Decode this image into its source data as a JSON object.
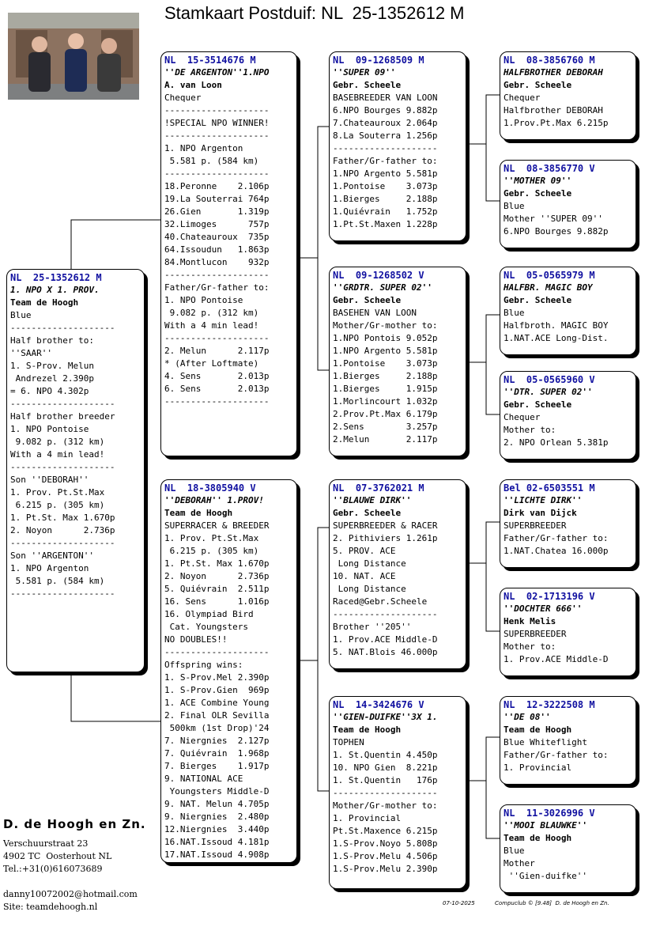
{
  "title": "Stamkaart Postduif: NL  25-1352612 M",
  "breeder": {
    "name": "D. de Hoogh en Zn.",
    "street": "Verschuurstraat 23",
    "city": "4902 TC  Oosterhout NL",
    "tel": "Tel.:+31(0)616073689",
    "email": "danny10072002@hotmail.com",
    "site": "Site: teamdehoogh.nl"
  },
  "footer": {
    "date": "07-10-2025",
    "credit": "Compuclub © [9.48]  D. de Hoogh en Zn."
  },
  "cards": [
    {
      "id": "main",
      "lines": [
        "NL  25-1352612 M",
        "1. NPO X 1. PROV.",
        "Team de Hoogh",
        "Blue",
        "--------------------",
        "Half brother to:",
        "''SAAR''",
        "1. S-Prov. Melun",
        " Andrezel 2.390p",
        "= 6. NPO 4.302p",
        "--------------------",
        "Half brother breeder",
        "1. NPO Pontoise",
        " 9.082 p. (312 km)",
        "With a 4 min lead!",
        "--------------------",
        "Son ''DEBORAH''",
        "1. Prov. Pt.St.Max",
        " 6.215 p. (305 km)",
        "1. Pt.St. Max 1.670p",
        "2. Noyon      2.736p",
        "--------------------",
        "Son ''ARGENTON''",
        "1. NPO Argenton",
        " 5.581 p. (584 km)",
        "--------------------"
      ]
    },
    {
      "id": "father",
      "lines": [
        "NL  15-3514676 M",
        "''DE ARGENTON''1.NPO",
        "A. van Loon",
        "Chequer",
        "--------------------",
        "!SPECIAL NPO WINNER!",
        "--------------------",
        "1. NPO Argenton",
        " 5.581 p. (584 km)",
        "--------------------",
        "18.Peronne    2.106p",
        "19.La Souterrai 764p",
        "26.Gien       1.319p",
        "32.Limoges      757p",
        "40.Chateauroux  735p",
        "64.Issoudun   1.863p",
        "84.Montlucon    932p",
        "--------------------",
        "Father/Gr-father to:",
        "1. NPO Pontoise",
        " 9.082 p. (312 km)",
        "With a 4 min lead!",
        "--------------------",
        "2. Melun      2.117p",
        "* (After Loftmate)",
        "4. Sens       2.013p",
        "6. Sens       2.013p",
        "--------------------"
      ]
    },
    {
      "id": "mother",
      "lines": [
        "NL  18-3805940 V",
        "''DEBORAH'' 1.PROV!",
        "Team de Hoogh",
        "SUPERRACER & BREEDER",
        "1. Prov. Pt.St.Max",
        " 6.215 p. (305 km)",
        "1. Pt.St. Max 1.670p",
        "2. Noyon      2.736p",
        "5. Quiévrain  2.511p",
        "16. Sens      1.016p",
        "16. Olympiad Bird",
        " Cat. Youngsters",
        "NO DOUBLES!!",
        "--------------------",
        "Offspring wins:",
        "1. S-Prov.Mel 2.390p",
        "1. S-Prov.Gien  969p",
        "1. ACE Combine Young",
        "2. Final OLR Sevilla",
        " 500km (1st Drop)'24",
        "7. Niergnies  2.127p",
        "7. Quiévrain  1.968p",
        "7. Bierges    1.917p",
        "9. NATIONAL ACE",
        " Youngsters Middle-D",
        "9. NAT. Melun 4.705p",
        "9. Niergnies  2.480p",
        "12.Niergnies  3.440p",
        "16.NAT.Issoud 4.181p",
        "17.NAT.Issoud 4.908p"
      ]
    },
    {
      "id": "ff",
      "lines": [
        "NL  09-1268509 M",
        "''SUPER 09''",
        "Gebr. Scheele",
        "BASEBREEDER VAN LOON",
        "6.NPO Bourges 9.882p",
        "7.Chateauroux 2.064p",
        "8.La Souterra 1.256p",
        "--------------------",
        "Father/Gr-father to:",
        "1.NPO Argento 5.581p",
        "1.Pontoise    3.073p",
        "1.Bierges     2.188p",
        "1.Quiévrain   1.752p",
        "1.Pt.St.Maxen 1.228p"
      ]
    },
    {
      "id": "fm",
      "lines": [
        "NL  09-1268502 V",
        "''GRDTR. SUPER 02''",
        "Gebr. Scheele",
        "BASEHEN VAN LOON",
        "Mother/Gr-mother to:",
        "1.NPO Pontois 9.052p",
        "1.NPO Argento 5.581p",
        "1.Pontoise    3.073p",
        "1.Bierges     2.188p",
        "1.Bierges     1.915p",
        "1.Morlincourt 1.032p",
        "2.Prov.Pt.Max 6.179p",
        "2.Sens        3.257p",
        "2.Melun       2.117p"
      ]
    },
    {
      "id": "mf",
      "lines": [
        "NL  07-3762021 M",
        "''BLAUWE DIRK''",
        "Gebr. Scheele",
        "SUPERBREEDER & RACER",
        "2. Pithiviers 1.261p",
        "5. PROV. ACE",
        " Long Distance",
        "10. NAT. ACE",
        " Long Distance",
        "Raced@Gebr.Scheele",
        "--------------------",
        "Brother ''205''",
        "1. Prov.ACE Middle-D",
        "5. NAT.Blois 46.000p"
      ]
    },
    {
      "id": "mm",
      "lines": [
        "NL  14-3424676 V",
        "''GIEN-DUIFKE''3X 1.",
        "Team de Hoogh",
        "TOPHEN",
        "1. St.Quentin 4.450p",
        "10. NPO Gien  8.221p",
        "1. St.Quentin   176p",
        "--------------------",
        "Mother/Gr-mother to:",
        "1. Provincial",
        "Pt.St.Maxence 6.215p",
        "1.S-Prov.Noyo 5.808p",
        "1.S-Prov.Melu 4.506p",
        "1.S-Prov.Melu 2.390p"
      ]
    },
    {
      "id": "fff",
      "lines": [
        "NL  08-3856760 M",
        "HALFBROTHER DEBORAH",
        "Gebr. Scheele",
        "Chequer",
        "Halfbrother DEBORAH",
        "1.Prov.Pt.Max 6.215p"
      ]
    },
    {
      "id": "ffm",
      "lines": [
        "NL  08-3856770 V",
        "''MOTHER 09''",
        "Gebr. Scheele",
        "Blue",
        "Mother ''SUPER 09''",
        "6.NPO Bourges 9.882p"
      ]
    },
    {
      "id": "fmf",
      "lines": [
        "NL  05-0565979 M",
        "HALFBR. MAGIC BOY",
        "Gebr. Scheele",
        "Blue",
        "Halfbroth. MAGIC BOY",
        "1.NAT.ACE Long-Dist."
      ]
    },
    {
      "id": "fmm",
      "lines": [
        "NL  05-0565960 V",
        "''DTR. SUPER 02''",
        "Gebr. Scheele",
        "Chequer",
        "Mother to:",
        "2. NPO Orlean 5.381p"
      ]
    },
    {
      "id": "mff",
      "lines": [
        "Bel 02-6503551 M",
        "''LICHTE DIRK''",
        "Dirk van Dijck",
        "SUPERBREEDER",
        "Father/Gr-father to:",
        "1.NAT.Chatea 16.000p"
      ]
    },
    {
      "id": "mfm",
      "lines": [
        "NL  02-1713196 V",
        "''DOCHTER 666''",
        "Henk Melis",
        "SUPERBREEDER",
        "Mother to:",
        "1. Prov.ACE Middle-D"
      ]
    },
    {
      "id": "mmf",
      "lines": [
        "NL  12-3222508 M",
        "''DE 08''",
        "Team de Hoogh",
        "Blue Whiteflight",
        "Father/Gr-father to:",
        "1. Provincial"
      ]
    },
    {
      "id": "mmm",
      "lines": [
        "NL  11-3026996 V",
        "''MOOI BLAUWKE''",
        "Team de Hoogh",
        "Blue",
        "Mother",
        " ''Gien-duifke''"
      ]
    }
  ]
}
